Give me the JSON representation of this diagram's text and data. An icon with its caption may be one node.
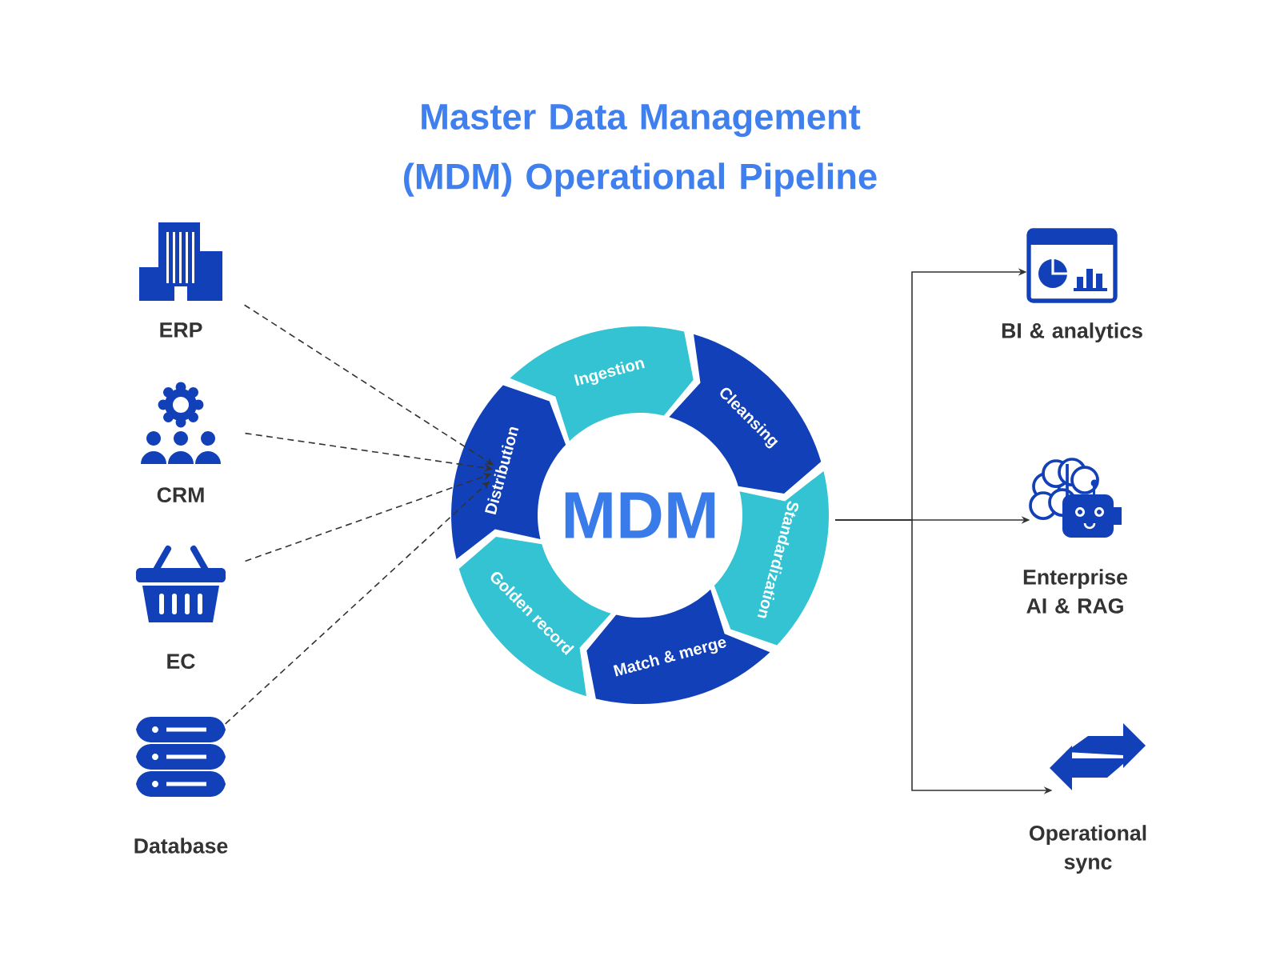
{
  "diagram": {
    "title": "Master Data Management (MDM) Operational Pipeline",
    "nodes": [
      {
        "text": [
          "ERP"
        ]
      },
      {
        "text": [
          "CRM"
        ]
      },
      {
        "text": [
          "EC"
        ]
      },
      {
        "text": [
          "Database"
        ]
      },
      {
        "text": [
          "MDM"
        ]
      },
      {
        "text": [
          "Ingestion"
        ]
      },
      {
        "text": [
          "Cleansing"
        ]
      },
      {
        "text": [
          "Standardization"
        ]
      },
      {
        "text": [
          "Match & merge"
        ]
      },
      {
        "text": [
          "Golden record"
        ]
      },
      {
        "text": [
          "Distribution"
        ]
      },
      {
        "text": [
          "BI & analytics"
        ]
      },
      {
        "text": [
          "Enterprise AI & RAG"
        ]
      },
      {
        "text": [
          "Operational sync"
        ]
      }
    ],
    "edges": [
      {
        "from": 0,
        "to": 10,
        "arrow": "to",
        "style": "dashed"
      },
      {
        "from": 1,
        "to": 10,
        "arrow": "to",
        "style": "dashed"
      },
      {
        "from": 2,
        "to": 10,
        "arrow": "to",
        "style": "dashed"
      },
      {
        "from": 3,
        "to": 10,
        "arrow": "to",
        "style": "dashed"
      },
      {
        "from": 7,
        "to": 11,
        "arrow": "to"
      },
      {
        "from": 7,
        "to": 12,
        "arrow": "to"
      },
      {
        "from": 7,
        "to": 13,
        "arrow": "to"
      }
    ]
  }
}
